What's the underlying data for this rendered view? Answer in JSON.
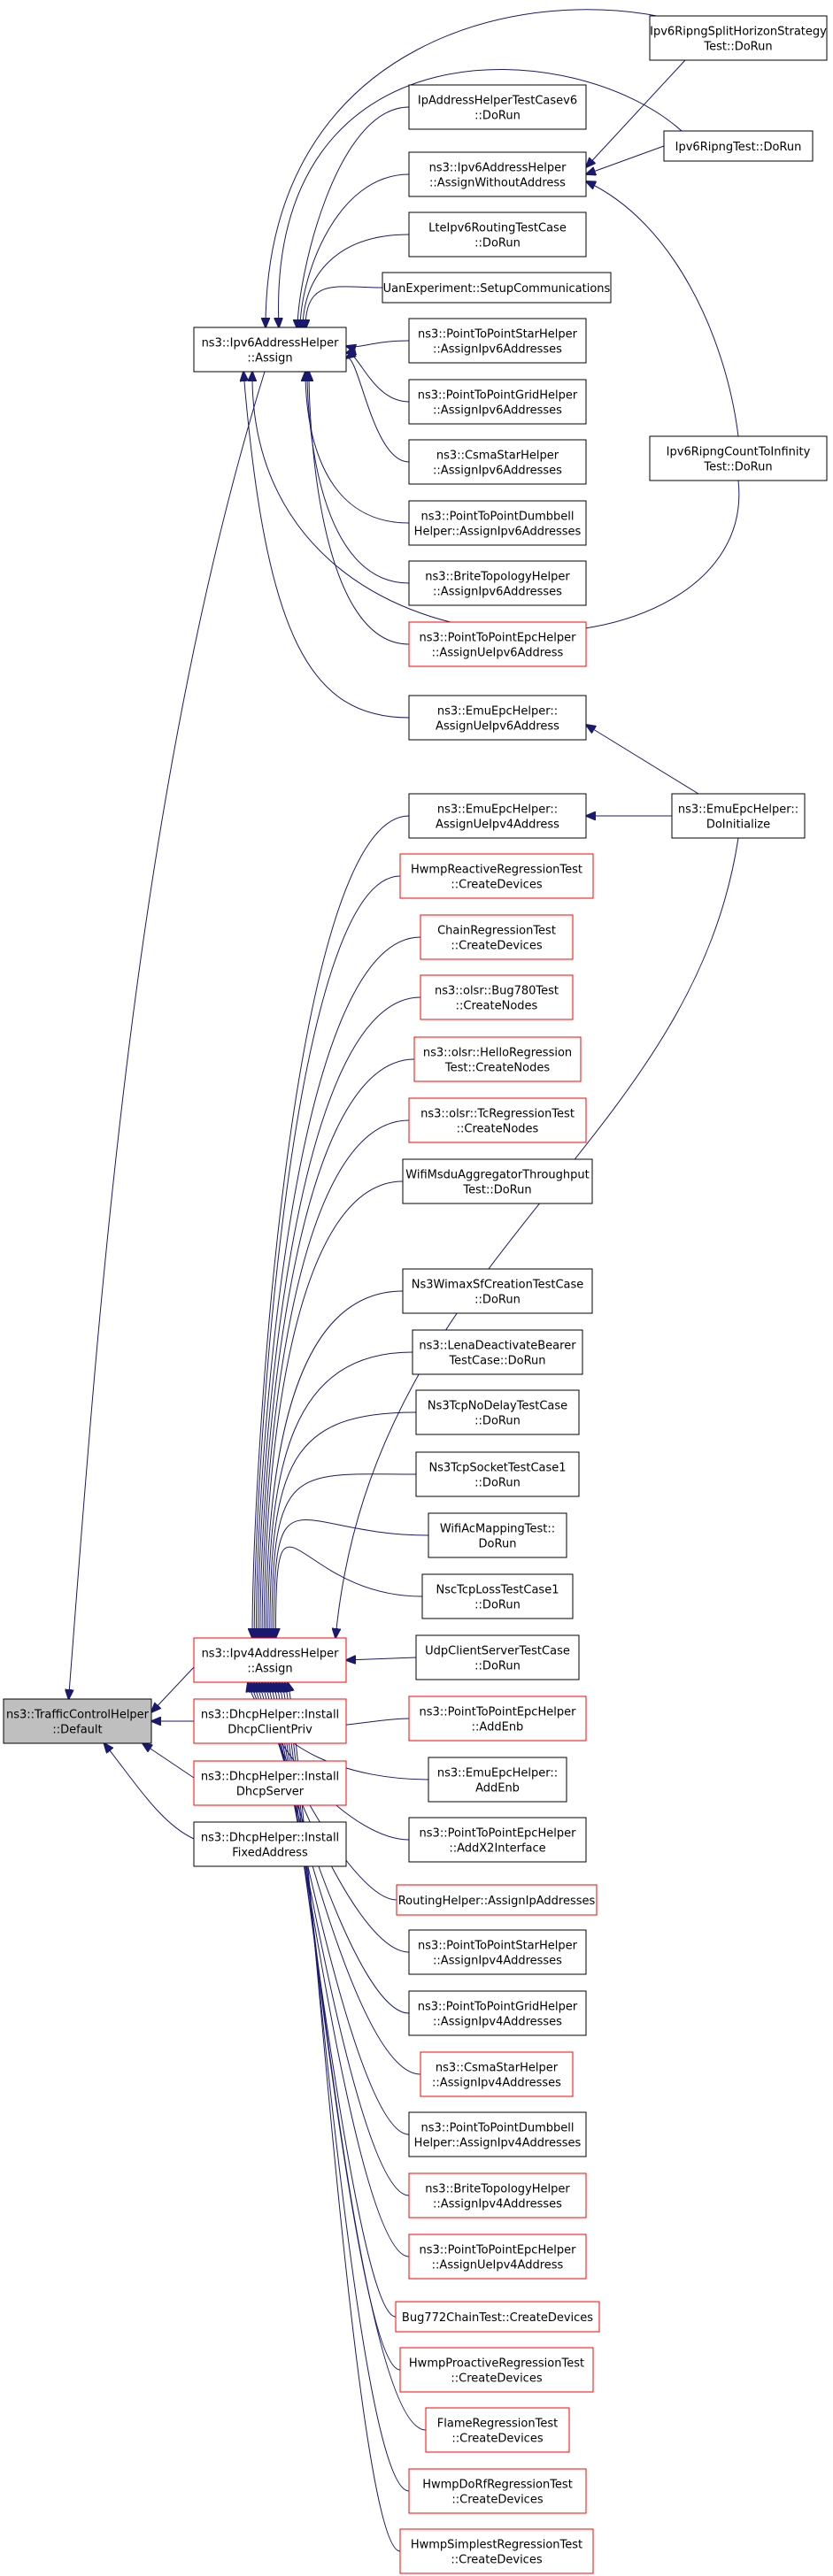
{
  "colors": {
    "edge": "#191970",
    "node_border": "#000000",
    "node_border_incomplete": "#ff0000",
    "root_fill": "#bfbfbf"
  },
  "nodes": {
    "n0": {
      "lines": [
        "ns3::TrafficControlHelper",
        "::Default"
      ],
      "style": "root"
    },
    "n1": {
      "lines": [
        "ns3::Ipv6AddressHelper",
        "::Assign"
      ],
      "style": "normal"
    },
    "n2": {
      "lines": [
        "ns3::Ipv4AddressHelper",
        "::Assign"
      ],
      "style": "red"
    },
    "n3": {
      "lines": [
        "ns3::DhcpHelper::Install",
        "DhcpClientPriv"
      ],
      "style": "red"
    },
    "n4": {
      "lines": [
        "ns3::DhcpHelper::Install",
        "DhcpServer"
      ],
      "style": "red"
    },
    "n5": {
      "lines": [
        "ns3::DhcpHelper::Install",
        "FixedAddress"
      ],
      "style": "normal"
    },
    "n6": {
      "lines": [
        "IpAddressHelperTestCasev6",
        "::DoRun"
      ],
      "style": "normal"
    },
    "n7": {
      "lines": [
        "ns3::Ipv6AddressHelper",
        "::AssignWithoutAddress"
      ],
      "style": "normal"
    },
    "n8": {
      "lines": [
        "LteIpv6RoutingTestCase",
        "::DoRun"
      ],
      "style": "normal"
    },
    "n9": {
      "lines": [
        "UanExperiment::SetupCommunications"
      ],
      "style": "normal"
    },
    "n10": {
      "lines": [
        "ns3::PointToPointStarHelper",
        "::AssignIpv6Addresses"
      ],
      "style": "normal"
    },
    "n11": {
      "lines": [
        "ns3::PointToPointGridHelper",
        "::AssignIpv6Addresses"
      ],
      "style": "normal"
    },
    "n12": {
      "lines": [
        "ns3::CsmaStarHelper",
        "::AssignIpv6Addresses"
      ],
      "style": "normal"
    },
    "n13": {
      "lines": [
        "ns3::PointToPointDumbbell",
        "Helper::AssignIpv6Addresses"
      ],
      "style": "normal"
    },
    "n14": {
      "lines": [
        "ns3::BriteTopologyHelper",
        "::AssignIpv6Addresses"
      ],
      "style": "normal"
    },
    "n15": {
      "lines": [
        "ns3::PointToPointEpcHelper",
        "::AssignUeIpv6Address"
      ],
      "style": "red"
    },
    "n16": {
      "lines": [
        "Ipv6RipngSplitHorizonStrategy",
        "Test::DoRun"
      ],
      "style": "normal"
    },
    "n17": {
      "lines": [
        "Ipv6RipngTest::DoRun"
      ],
      "style": "normal"
    },
    "n18": {
      "lines": [
        "Ipv6RipngCountToInfinity",
        "Test::DoRun"
      ],
      "style": "normal"
    },
    "n19": {
      "lines": [
        "ns3::EmuEpcHelper::",
        "AssignUeIpv6Address"
      ],
      "style": "normal"
    },
    "n20": {
      "lines": [
        "ns3::EmuEpcHelper::",
        "AssignUeIpv4Address"
      ],
      "style": "normal"
    },
    "n21": {
      "lines": [
        "ns3::EmuEpcHelper::",
        "DoInitialize"
      ],
      "style": "normal"
    },
    "n22": {
      "lines": [
        "HwmpReactiveRegressionTest",
        "::CreateDevices"
      ],
      "style": "red"
    },
    "n23": {
      "lines": [
        "ChainRegressionTest",
        "::CreateDevices"
      ],
      "style": "red"
    },
    "n24": {
      "lines": [
        "ns3::olsr::Bug780Test",
        "::CreateNodes"
      ],
      "style": "red"
    },
    "n25": {
      "lines": [
        "ns3::olsr::HelloRegression",
        "Test::CreateNodes"
      ],
      "style": "red"
    },
    "n26": {
      "lines": [
        "ns3::olsr::TcRegressionTest",
        "::CreateNodes"
      ],
      "style": "red"
    },
    "n27": {
      "lines": [
        "WifiMsduAggregatorThroughput",
        "Test::DoRun"
      ],
      "style": "normal"
    },
    "n28": {
      "lines": [
        "Ns3WimaxSfCreationTestCase",
        "::DoRun"
      ],
      "style": "normal"
    },
    "n29": {
      "lines": [
        "ns3::LenaDeactivateBearer",
        "TestCase::DoRun"
      ],
      "style": "normal"
    },
    "n30": {
      "lines": [
        "Ns3TcpNoDelayTestCase",
        "::DoRun"
      ],
      "style": "normal"
    },
    "n31": {
      "lines": [
        "Ns3TcpSocketTestCase1",
        "::DoRun"
      ],
      "style": "normal"
    },
    "n32": {
      "lines": [
        "WifiAcMappingTest::",
        "DoRun"
      ],
      "style": "normal"
    },
    "n33": {
      "lines": [
        "NscTcpLossTestCase1",
        "::DoRun"
      ],
      "style": "normal"
    },
    "n34": {
      "lines": [
        "UdpClientServerTestCase",
        "::DoRun"
      ],
      "style": "normal"
    },
    "n35": {
      "lines": [
        "ns3::PointToPointEpcHelper",
        "::AddEnb"
      ],
      "style": "red"
    },
    "n36": {
      "lines": [
        "ns3::EmuEpcHelper::",
        "AddEnb"
      ],
      "style": "normal"
    },
    "n37": {
      "lines": [
        "ns3::PointToPointEpcHelper",
        "::AddX2Interface"
      ],
      "style": "normal"
    },
    "n38": {
      "lines": [
        "RoutingHelper::AssignIpAddresses"
      ],
      "style": "red"
    },
    "n39": {
      "lines": [
        "ns3::PointToPointStarHelper",
        "::AssignIpv4Addresses"
      ],
      "style": "normal"
    },
    "n40": {
      "lines": [
        "ns3::PointToPointGridHelper",
        "::AssignIpv4Addresses"
      ],
      "style": "normal"
    },
    "n41": {
      "lines": [
        "ns3::CsmaStarHelper",
        "::AssignIpv4Addresses"
      ],
      "style": "red"
    },
    "n42": {
      "lines": [
        "ns3::PointToPointDumbbell",
        "Helper::AssignIpv4Addresses"
      ],
      "style": "normal"
    },
    "n43": {
      "lines": [
        "ns3::BriteTopologyHelper",
        "::AssignIpv4Addresses"
      ],
      "style": "red"
    },
    "n44": {
      "lines": [
        "ns3::PointToPointEpcHelper",
        "::AssignUeIpv4Address"
      ],
      "style": "red"
    },
    "n45": {
      "lines": [
        "Bug772ChainTest::CreateDevices"
      ],
      "style": "red"
    },
    "n46": {
      "lines": [
        "HwmpProactiveRegressionTest",
        "::CreateDevices"
      ],
      "style": "red"
    },
    "n47": {
      "lines": [
        "FlameRegressionTest",
        "::CreateDevices"
      ],
      "style": "red"
    },
    "n48": {
      "lines": [
        "HwmpDoRfRegressionTest",
        "::CreateDevices"
      ],
      "style": "red"
    },
    "n49": {
      "lines": [
        "HwmpSimplestRegressionTest",
        "::CreateDevices"
      ],
      "style": "red"
    }
  }
}
